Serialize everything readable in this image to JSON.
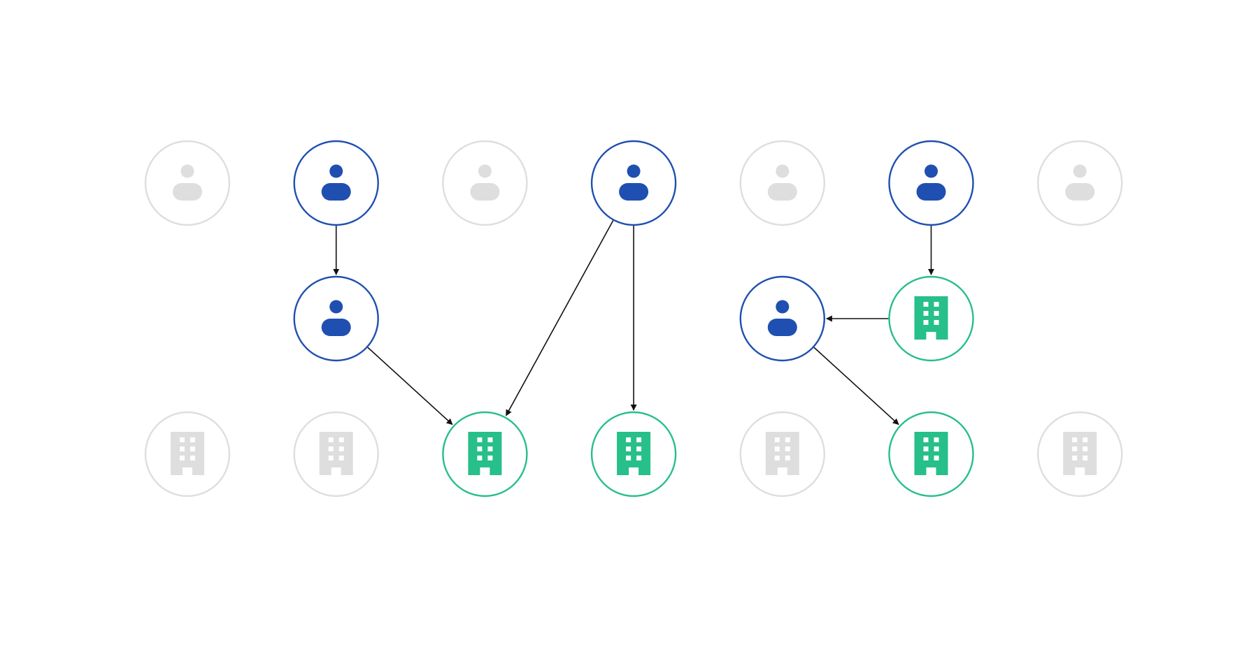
{
  "colors": {
    "person_active": "#1f4fb0",
    "company_active": "#27bf8a",
    "inactive": "#dedede",
    "edge": "#111111",
    "background": "#ffffff"
  },
  "icons": {
    "person": "person-icon",
    "company": "building-icon"
  },
  "nodes": [
    {
      "id": "p1",
      "kind": "person",
      "state": "inactive",
      "row": 0,
      "col": 0
    },
    {
      "id": "p2",
      "kind": "person",
      "state": "active",
      "row": 0,
      "col": 1
    },
    {
      "id": "p3",
      "kind": "person",
      "state": "inactive",
      "row": 0,
      "col": 2
    },
    {
      "id": "p4",
      "kind": "person",
      "state": "active",
      "row": 0,
      "col": 3
    },
    {
      "id": "p5",
      "kind": "person",
      "state": "inactive",
      "row": 0,
      "col": 4
    },
    {
      "id": "p6",
      "kind": "person",
      "state": "active",
      "row": 0,
      "col": 5
    },
    {
      "id": "p7",
      "kind": "person",
      "state": "inactive",
      "row": 0,
      "col": 6
    },
    {
      "id": "m1",
      "kind": "person",
      "state": "active",
      "row": 1,
      "col": 1
    },
    {
      "id": "m2",
      "kind": "person",
      "state": "active",
      "row": 1,
      "col": 4
    },
    {
      "id": "m3",
      "kind": "company",
      "state": "active",
      "row": 1,
      "col": 5
    },
    {
      "id": "c1",
      "kind": "company",
      "state": "inactive",
      "row": 2,
      "col": 0
    },
    {
      "id": "c2",
      "kind": "company",
      "state": "inactive",
      "row": 2,
      "col": 1
    },
    {
      "id": "c3",
      "kind": "company",
      "state": "active",
      "row": 2,
      "col": 2
    },
    {
      "id": "c4",
      "kind": "company",
      "state": "active",
      "row": 2,
      "col": 3
    },
    {
      "id": "c5",
      "kind": "company",
      "state": "inactive",
      "row": 2,
      "col": 4
    },
    {
      "id": "c6",
      "kind": "company",
      "state": "active",
      "row": 2,
      "col": 5
    },
    {
      "id": "c7",
      "kind": "company",
      "state": "inactive",
      "row": 2,
      "col": 6
    }
  ],
  "edges": [
    {
      "from": "p2",
      "to": "m1"
    },
    {
      "from": "m1",
      "to": "c3"
    },
    {
      "from": "p4",
      "to": "c3"
    },
    {
      "from": "p4",
      "to": "c4"
    },
    {
      "from": "p6",
      "to": "m3"
    },
    {
      "from": "m3",
      "to": "m2"
    },
    {
      "from": "m2",
      "to": "c6"
    }
  ]
}
